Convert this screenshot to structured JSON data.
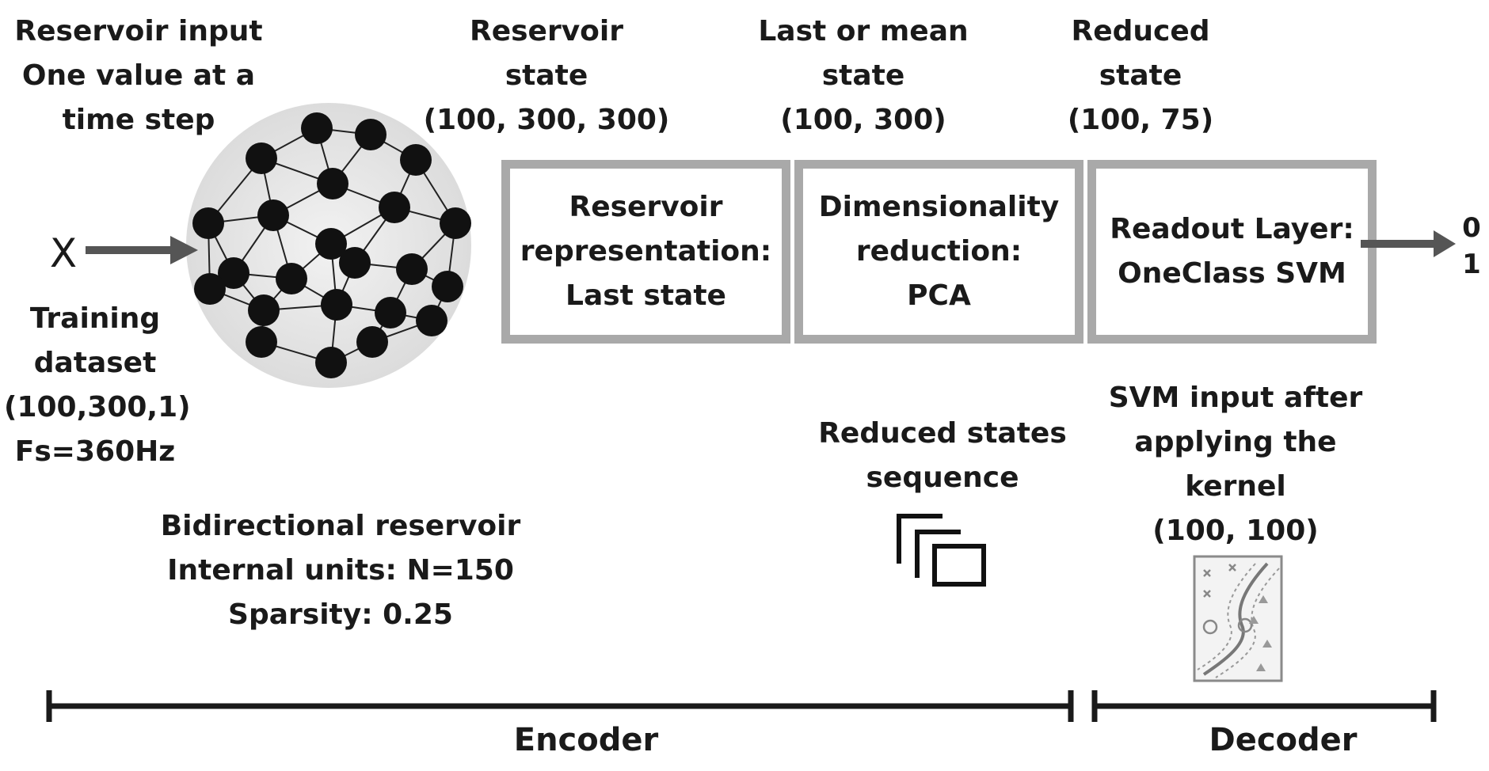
{
  "input_label": [
    "Reservoir input",
    "One value at a",
    "time step"
  ],
  "x_symbol": "X",
  "training_label": [
    "Training",
    "dataset",
    "(100,300,1)",
    "Fs=360Hz"
  ],
  "reservoir_state_label": [
    "Reservoir",
    "state",
    "(100, 300, 300)"
  ],
  "mean_state_label": [
    "Last or mean",
    "state",
    "(100, 300)"
  ],
  "reduced_state_label": [
    "Reduced",
    "state",
    "(100, 75)"
  ],
  "boxes": [
    {
      "lines": [
        "Reservoir",
        "representation:",
        "Last state"
      ]
    },
    {
      "lines": [
        "Dimensionality",
        "reduction:",
        "PCA"
      ]
    },
    {
      "lines": [
        "Readout Layer:",
        "OneClass SVM"
      ]
    }
  ],
  "outputs": [
    "0",
    "1"
  ],
  "reservoir_params": [
    "Bidirectional reservoir",
    "Internal units: N=150",
    "Sparsity: 0.25"
  ],
  "reduced_seq_label": [
    "Reduced states",
    "sequence"
  ],
  "svm_input_label": [
    "SVM input after",
    "applying the",
    "kernel",
    "(100, 100)"
  ],
  "encoder_label": "Encoder",
  "decoder_label": "Decoder",
  "colors": {
    "box_border": "#a9a9a9",
    "arrow": "#555555",
    "node": "#111111",
    "circle_bg": "#e3e3e3"
  }
}
